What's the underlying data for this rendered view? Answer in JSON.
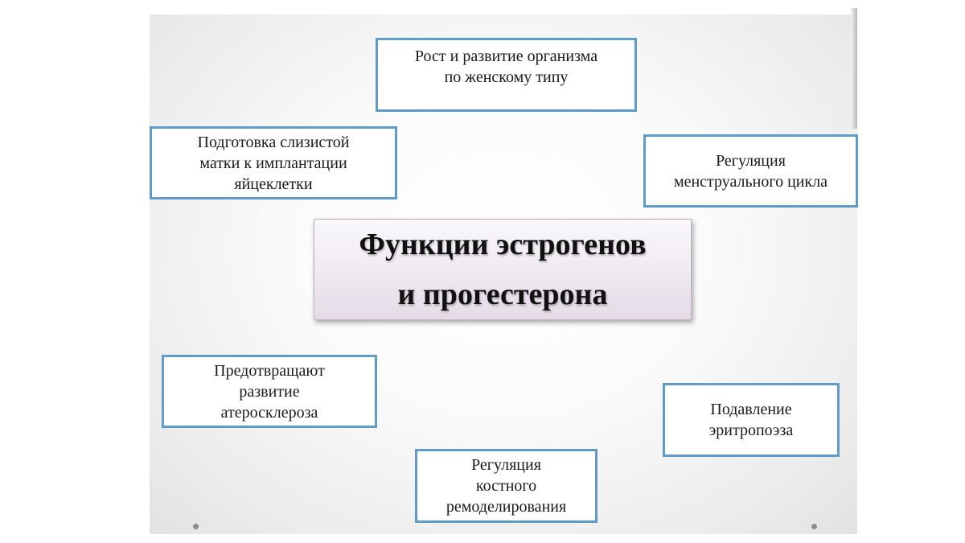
{
  "title": "Функции эстрогенов\nи прогестерона",
  "functions": [
    "Рост и развитие организма\nпо женскому типу",
    "Подготовка слизистой\nматки к имплантации\nяйцеклетки",
    "Регуляция\nменструального цикла",
    "Предотвращают\nразвитие\nатеросклероза",
    "Подавление\nэритропоэза",
    "Регуляция\nкостного\nремоделирования"
  ],
  "colors": {
    "box_border": "#5f9bc6",
    "center_fill": "#efe9f1"
  }
}
